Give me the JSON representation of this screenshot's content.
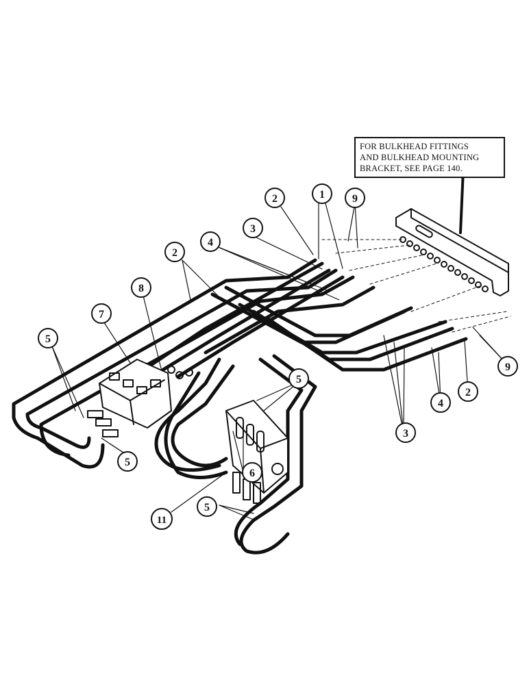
{
  "note": {
    "lines": [
      "FOR BULKHEAD FITTINGS",
      "AND BULKHEAD MOUNTING",
      "BRACKET, SEE PAGE 140."
    ]
  },
  "callouts": [
    {
      "id": "c1",
      "label": "1"
    },
    {
      "id": "c2a",
      "label": "2"
    },
    {
      "id": "c2b",
      "label": "2"
    },
    {
      "id": "c2c",
      "label": "2"
    },
    {
      "id": "c3a",
      "label": "3"
    },
    {
      "id": "c3b",
      "label": "3"
    },
    {
      "id": "c4a",
      "label": "4"
    },
    {
      "id": "c4b",
      "label": "4"
    },
    {
      "id": "c5a",
      "label": "5"
    },
    {
      "id": "c5b",
      "label": "5"
    },
    {
      "id": "c5c",
      "label": "5"
    },
    {
      "id": "c5d",
      "label": "5"
    },
    {
      "id": "c6",
      "label": "6"
    },
    {
      "id": "c7",
      "label": "7"
    },
    {
      "id": "c8",
      "label": "8"
    },
    {
      "id": "c9a",
      "label": "9"
    },
    {
      "id": "c9b",
      "label": "9"
    },
    {
      "id": "c11",
      "label": "11"
    }
  ],
  "colors": {
    "ink": "#111111",
    "paper": "#ffffff"
  }
}
